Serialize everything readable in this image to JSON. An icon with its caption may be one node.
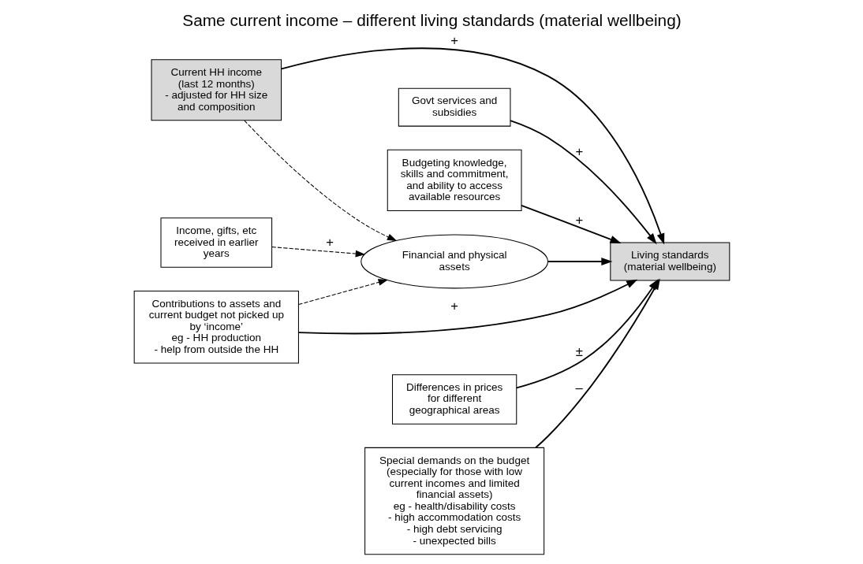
{
  "diagram": {
    "title": "Same current income – different living standards (material wellbeing)",
    "nodes": [
      {
        "text": [
          "Current HH income",
          "(last 12 months)",
          "- adjusted for HH size and composition"
        ]
      },
      {
        "text": [
          "Govt services and subsidies"
        ]
      },
      {
        "text": [
          "Budgeting knowledge, skills and commitment, and ability to access available resources"
        ]
      },
      {
        "text": [
          "Income, gifts, etc received in earlier years"
        ]
      },
      {
        "text": [
          "Financial and physical assets"
        ]
      },
      {
        "text": [
          "Living standards",
          "(material wellbeing)"
        ]
      },
      {
        "text": [
          "Contributions to assets and current budget not picked up by ‘income’",
          "eg - HH production",
          "- help from outside the HH"
        ]
      },
      {
        "text": [
          "Differences in prices for different geographical areas"
        ]
      },
      {
        "text": [
          "Special demands on the budget",
          "(especially for those with low current incomes and limited financial assets)",
          "eg - health/disability costs",
          "- high accommodation costs",
          "- high debt servicing",
          "- unexpected bills"
        ]
      }
    ],
    "edges": [
      {
        "from": 0,
        "to": 5,
        "arrow": "to",
        "label": "+"
      },
      {
        "from": 0,
        "to": 4,
        "arrow": "to",
        "style": "dashed"
      },
      {
        "from": 1,
        "to": 5,
        "arrow": "to",
        "label": "+"
      },
      {
        "from": 2,
        "to": 5,
        "arrow": "to",
        "label": "+"
      },
      {
        "from": 3,
        "to": 4,
        "arrow": "to",
        "label": "+",
        "style": "dashed"
      },
      {
        "from": 4,
        "to": 5,
        "arrow": "to"
      },
      {
        "from": 6,
        "to": 5,
        "arrow": "to",
        "label": "+"
      },
      {
        "from": 6,
        "to": 4,
        "arrow": "to",
        "style": "dashed"
      },
      {
        "from": 7,
        "to": 5,
        "arrow": "to",
        "label": "±"
      },
      {
        "from": 8,
        "to": 5,
        "arrow": "to",
        "label": "–"
      }
    ]
  }
}
